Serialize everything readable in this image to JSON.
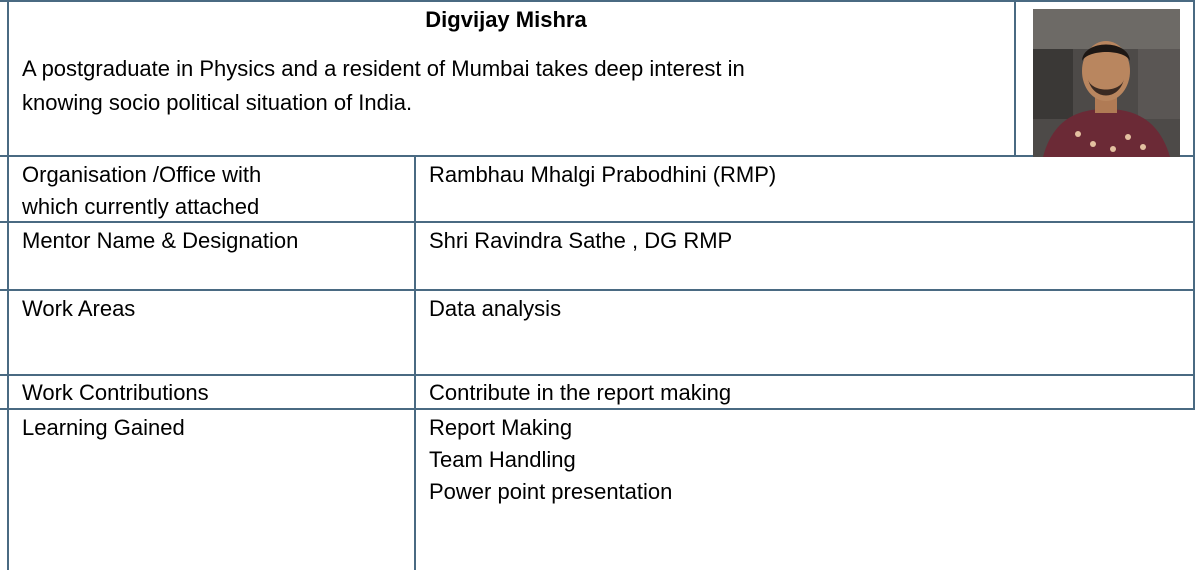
{
  "profile": {
    "name": "Digvijay Mishra",
    "bio_line1": "A postgraduate in Physics and a resident of Mumbai takes deep interest in",
    "bio_line2": "knowing socio political situation of India.",
    "photo": "portrait-photo"
  },
  "rows": [
    {
      "label_line1": "Organisation /Office with",
      "label_line2": "which currently attached",
      "value": "Rambhau Mhalgi Prabodhini (RMP)"
    },
    {
      "label": "Mentor Name & Designation",
      "value": "Shri Ravindra Sathe , DG RMP"
    },
    {
      "label": "Work Areas",
      "value": "Data analysis"
    },
    {
      "label": "Work Contributions",
      "value": "Contribute in the report making"
    },
    {
      "label": "Learning Gained",
      "values": [
        "Report Making",
        "Team Handling",
        "Power point presentation"
      ]
    }
  ],
  "colors": {
    "border": "#4a6a82",
    "background": "#ffffff"
  }
}
